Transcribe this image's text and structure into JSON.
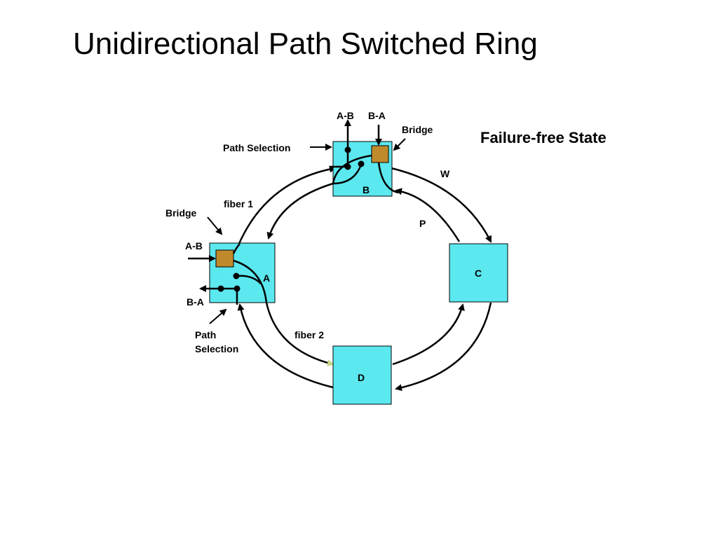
{
  "title": "Unidirectional Path Switched Ring",
  "state_label": "Failure-free State",
  "colors": {
    "node_fill": "#5ce8ef",
    "bridge_fill": "#c08a2c",
    "line": "#000000",
    "arrow_highlight": "#c8d68a"
  },
  "nodes": {
    "a": "A",
    "b": "B",
    "c": "C",
    "d": "D"
  },
  "labels": {
    "top_ab": "A-B",
    "top_ba": "B-A",
    "bridge_top": "Bridge",
    "path_selection_top": "Path Selection",
    "w": "W",
    "p": "P",
    "fiber1": "fiber 1",
    "fiber2": "fiber 2",
    "bridge_left": "Bridge",
    "left_ab": "A-B",
    "left_ba": "B-A",
    "path_selection_left_1": "Path",
    "path_selection_left_2": "Selection"
  }
}
